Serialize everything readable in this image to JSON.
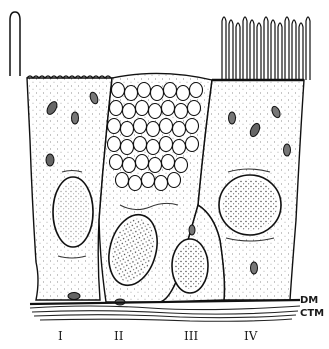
{
  "cell_labels": [
    "I",
    "II",
    "III",
    "IV"
  ],
  "layer_labels": [
    "DM",
    "CTM"
  ]
}
